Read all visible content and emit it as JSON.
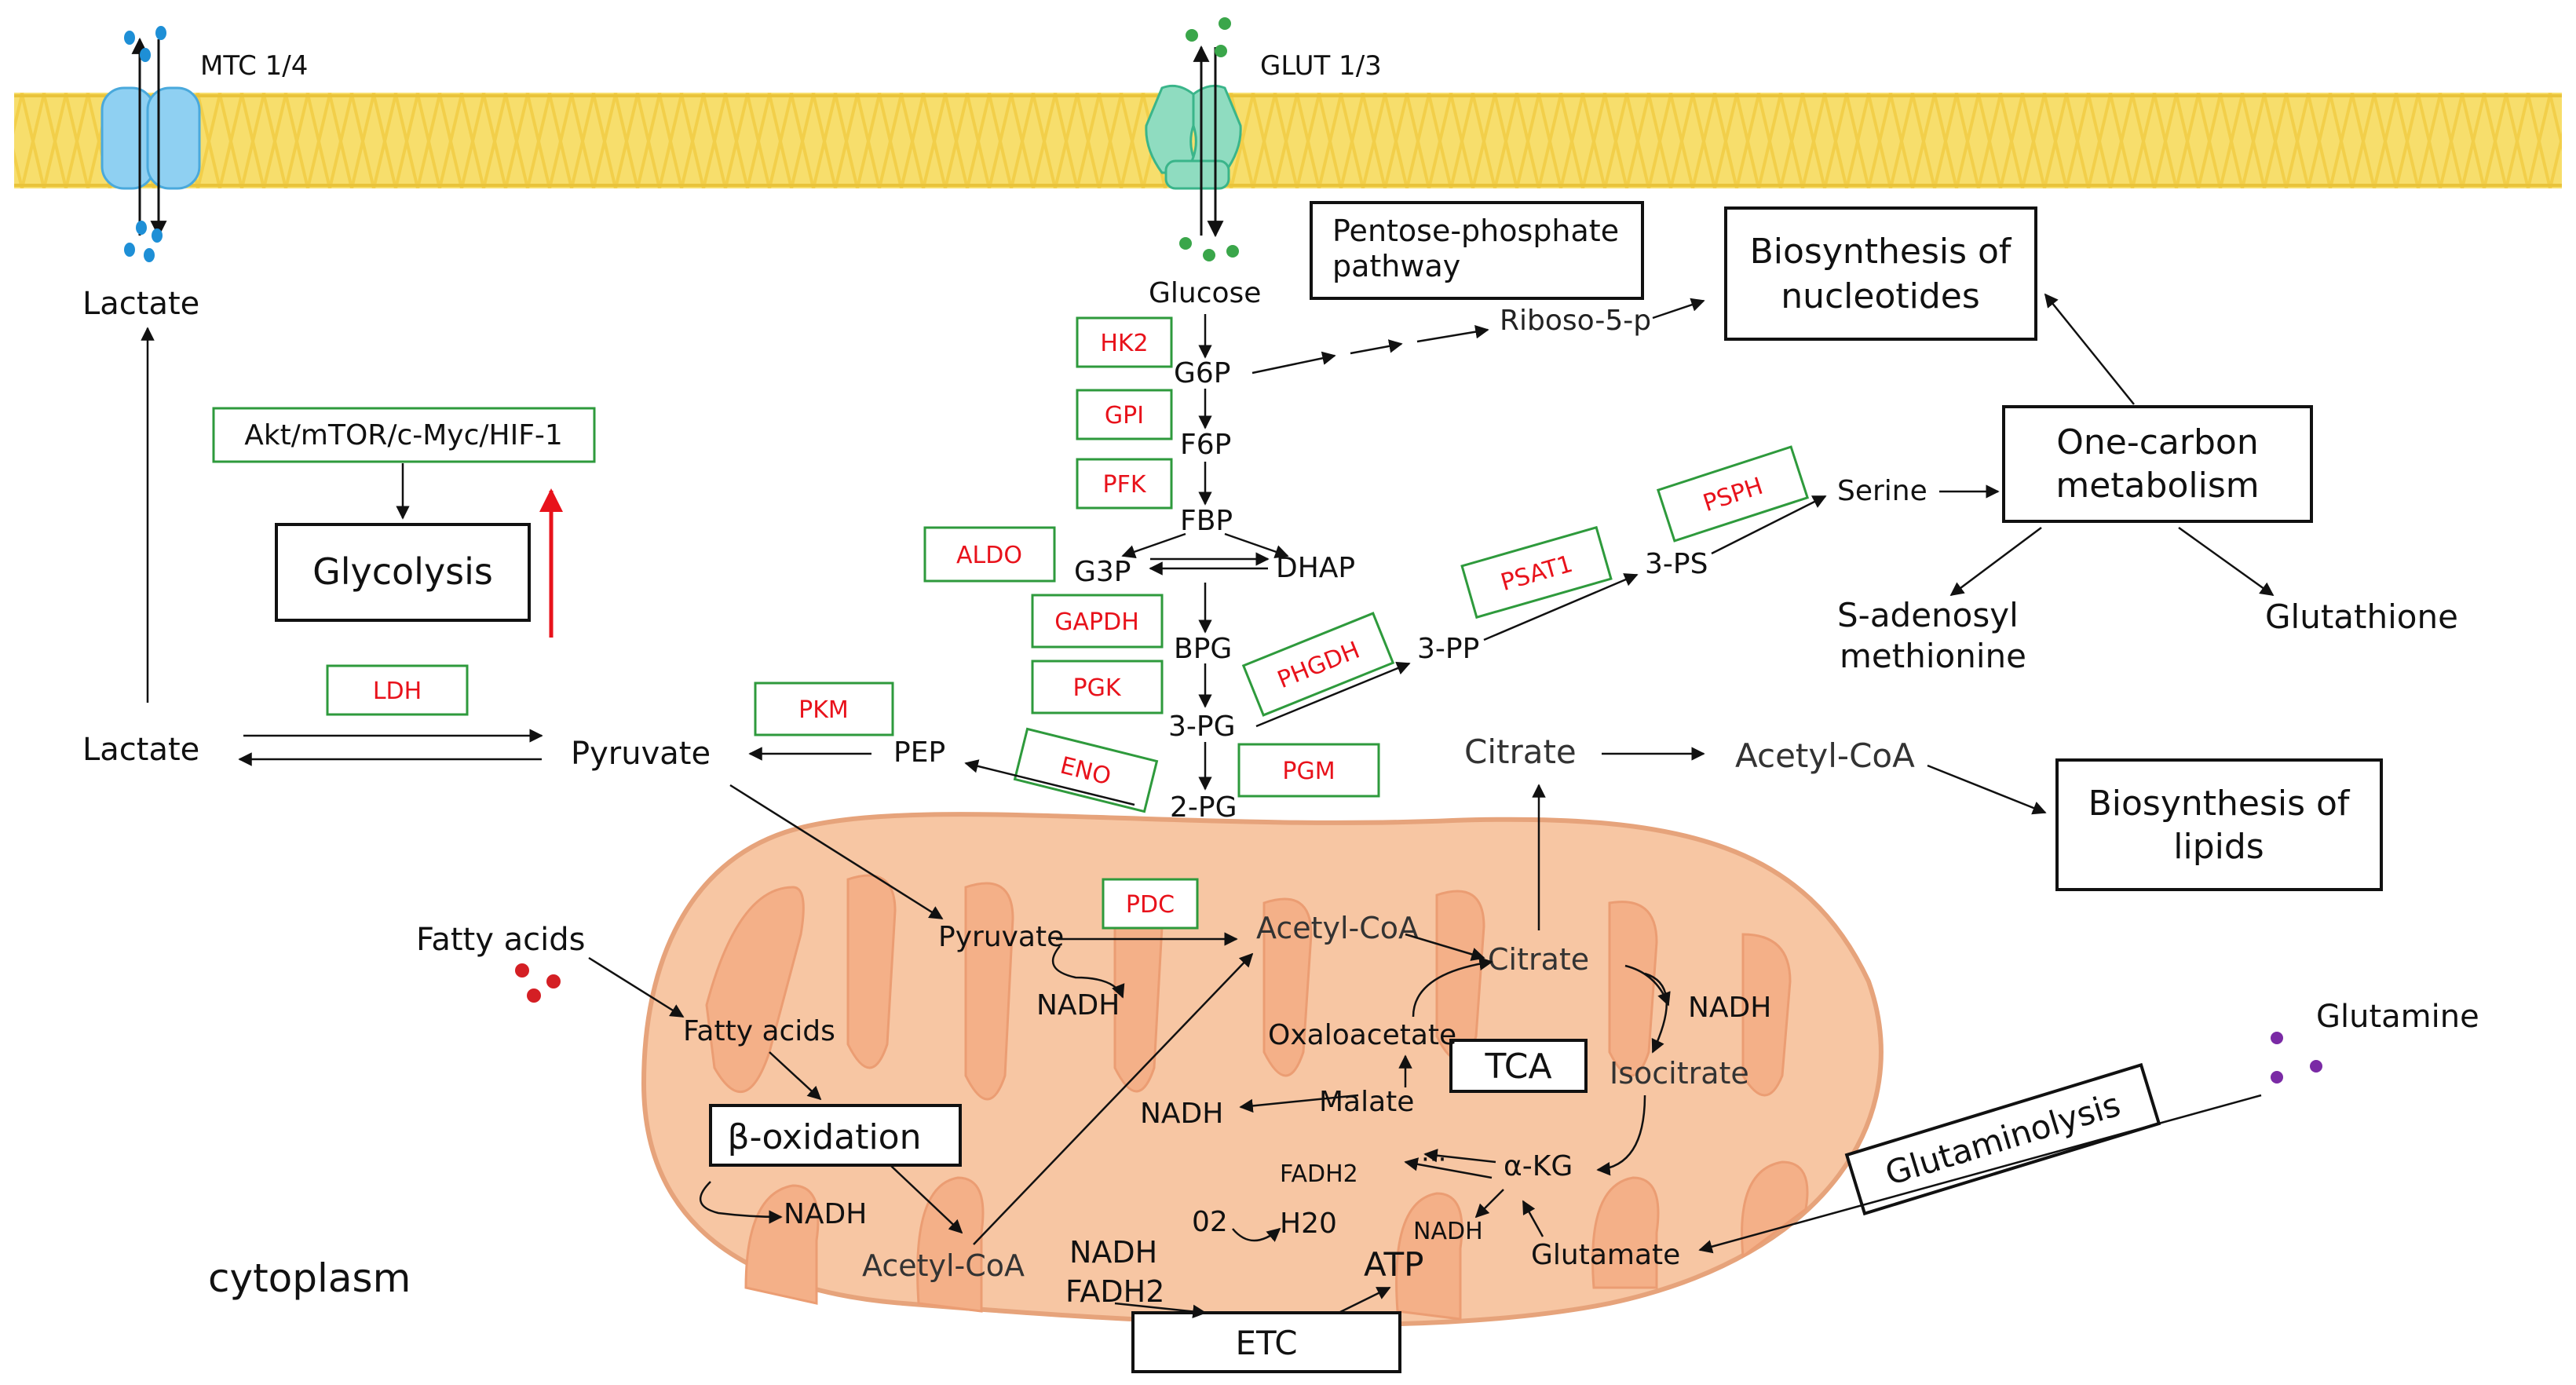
{
  "colors": {
    "membrane": "#f7de6c",
    "membrane_edge": "#e9c33a",
    "mito_fill": "#f7c6a3",
    "mito_edge": "#e6a37b",
    "enzyme_text": "#e8121b",
    "enzyme_border": "#2e9a3c",
    "lactate_dot": "#1e8fd6",
    "glucose_dot": "#3aa64a",
    "fatty_dot": "#d41f24",
    "glutamine_dot": "#7a2aa5",
    "red_arrow": "#e8121b",
    "arrow": "#111111"
  },
  "transporters": {
    "mct": "MTC 1/4",
    "glut": "GLUT 1/3"
  },
  "cytoplasm": {
    "lactate_top": "Lactate",
    "lactate_mid": "Lactate",
    "pyruvate": "Pyruvate",
    "pep": "PEP",
    "glucose": "Glucose",
    "g6p": "G6P",
    "f6p": "F6P",
    "fbp": "FBP",
    "g3p": "G3P",
    "dhap": "DHAP",
    "bpg": "BPG",
    "pg3": "3-PG",
    "pg2": "2-PG",
    "pp3": "3-PP",
    "ps3": "3-PS",
    "serine": "Serine",
    "riboso": "Riboso-5-p",
    "citrate": "Citrate",
    "acetylcoa": "Acetyl-CoA",
    "fatty_acids": "Fatty acids",
    "glutamine": "Glutamine",
    "cytoplasm_label": "cytoplasm",
    "sam_line1": "S-adenosyl",
    "sam_line2": "methionine",
    "glutathione": "Glutathione"
  },
  "boxes": {
    "pathway": "Akt/mTOR/c-Myc/HIF-1",
    "glycolysis": "Glycolysis",
    "ppp_line1": "Pentose-phosphate",
    "ppp_line2": "pathway",
    "nucleotides_line1": "Biosynthesis of",
    "nucleotides_line2": "nucleotides",
    "onecarbon_line1": "One-carbon",
    "onecarbon_line2": "metabolism",
    "lipids_line1": "Biosynthesis of",
    "lipids_line2": "lipids",
    "glutaminolysis": "Glutaminolysis",
    "beta_ox": "β-oxidation",
    "tca": "TCA",
    "etc": "ETC"
  },
  "enzymes": {
    "hk2": "HK2",
    "gpi": "GPI",
    "pfk": "PFK",
    "aldo": "ALDO",
    "gapdh": "GAPDH",
    "pgk": "PGK",
    "eno": "ENO",
    "pgm": "PGM",
    "pkm": "PKM",
    "ldh": "LDH",
    "phgdh": "PHGDH",
    "psat1": "PSAT1",
    "psph": "PSPH",
    "pdc": "PDC"
  },
  "mito": {
    "pyruvate": "Pyruvate",
    "nadh_pdc": "NADH",
    "acetylcoa_top": "Acetyl-CoA",
    "citrate": "Citrate",
    "nadh_citrate": "NADH",
    "oxaloacetate": "Oxaloacetate",
    "isocitrate": "Isocitrate",
    "malate": "Malate",
    "nadh_malate": "NADH",
    "dots": "···",
    "fadh2": "FADH2",
    "akg": "α-KG",
    "nadh_akg": "NADH",
    "glutamate": "Glutamate",
    "fatty_acids": "Fatty acids",
    "nadh_beta": "NADH",
    "acetylcoa_bottom": "Acetyl-CoA",
    "o2": "02",
    "h2o": "H20",
    "nadh_etc": "NADH",
    "fadh2_etc": "FADH2",
    "atp": "ATP"
  }
}
